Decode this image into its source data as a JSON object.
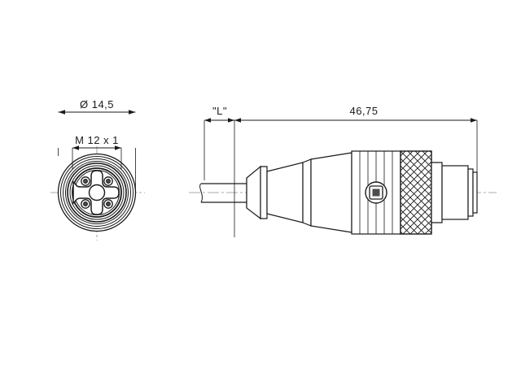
{
  "drawing": {
    "title": "M12 female cable connector, 4-pin, straight",
    "background_color": "#ffffff",
    "line_color": "#1a1a1a",
    "centerline_color": "#8c8c8c",
    "shade_color": "#d9d9d9",
    "units": "mm"
  },
  "dimensions": {
    "face_outer_diameter": "Ø 14,5",
    "thread": "M 12 x 1",
    "cable_length": "\"L\"",
    "overall_length": "46,75"
  },
  "views": {
    "front": {
      "name": "front-face-view",
      "pin_count": 4,
      "has_keyway": true
    },
    "side": {
      "name": "side-section-view",
      "features": [
        "cable-break-line",
        "strain-relief-boot",
        "body-sleeve",
        "logo-badge",
        "knurled-coupling-nut",
        "mating-thread-end"
      ]
    }
  },
  "logo": {
    "label": "manufacturer-logo-badge"
  }
}
